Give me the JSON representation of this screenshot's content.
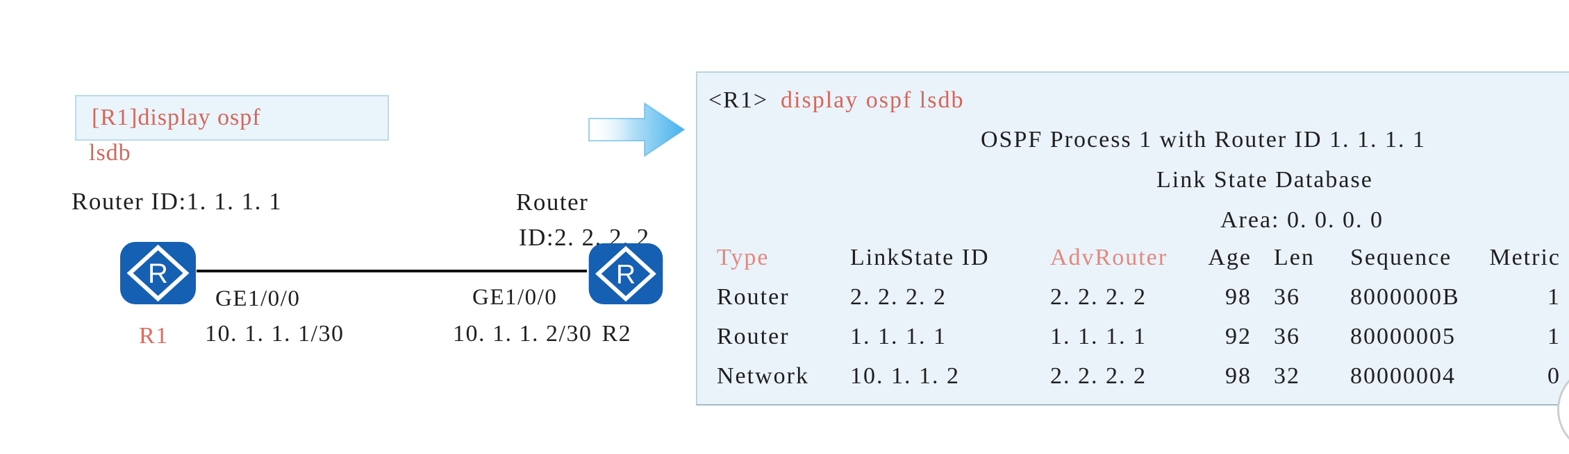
{
  "colors": {
    "command_red": "#d2685c",
    "diagram_name_red": "#d96b5f",
    "table_header_red": "#e08a7f",
    "router_blue": "#1560b2",
    "panel_bg": "#eaf3f9",
    "panel_border": "#b9d4e0",
    "command_box_bg": "#e9f5fb",
    "command_box_border": "#badcee",
    "arrow_blue": "#45b2ec",
    "text_black": "#1f1f1f"
  },
  "diagram": {
    "command_box": {
      "line1": "[R1]display ospf",
      "line2": "lsdb"
    },
    "router1": {
      "router_id": "Router ID:1. 1. 1. 1",
      "name": "R1",
      "interface": "GE1/0/0",
      "ip": "10. 1. 1. 1/30",
      "icon_letter": "R"
    },
    "router2": {
      "router_id_line1": "Router",
      "router_id_line2": "ID:2. 2. 2. 2",
      "name": "R2",
      "interface": "GE1/0/0",
      "ip": "10. 1. 1. 2/30",
      "icon_letter": "R"
    }
  },
  "terminal": {
    "prompt": "<R1>",
    "command": "display ospf lsdb",
    "line_process": "OSPF Process 1 with Router ID 1. 1. 1. 1",
    "line_database": "Link State Database",
    "line_area": "Area: 0. 0. 0. 0",
    "table": {
      "headers": {
        "type": "Type",
        "linkstate_id": "LinkState ID",
        "adv_router": "AdvRouter",
        "age": "Age",
        "len": "Len",
        "sequence": "Sequence",
        "metric": "Metric"
      },
      "rows": [
        {
          "type": "Router",
          "linkstate_id": "2. 2. 2. 2",
          "adv_router": "2. 2. 2. 2",
          "age": "98",
          "len": "36",
          "sequence": "8000000B",
          "metric": "1"
        },
        {
          "type": "Router",
          "linkstate_id": "1. 1. 1. 1",
          "adv_router": "1. 1. 1. 1",
          "age": "92",
          "len": "36",
          "sequence": "80000005",
          "metric": "1"
        },
        {
          "type": "Network",
          "linkstate_id": "10. 1. 1. 2",
          "adv_router": "2. 2. 2. 2",
          "age": "98",
          "len": "32",
          "sequence": "80000004",
          "metric": "0"
        }
      ]
    }
  }
}
